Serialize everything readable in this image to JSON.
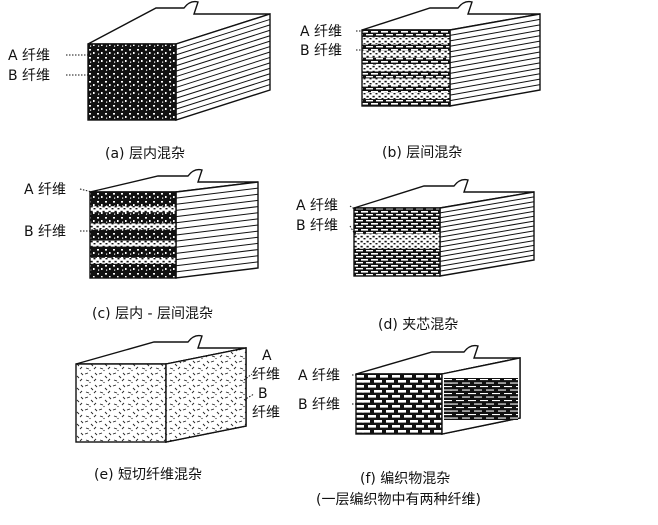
{
  "fiber_a": "A 纤维",
  "fiber_b": "B 纤维",
  "fiber_a_short": "A",
  "fiber_b_short": "B",
  "fiber_word": "纤维",
  "panels": {
    "a": {
      "caption": "(a) 层内混杂"
    },
    "b": {
      "caption": "(b) 层间混杂"
    },
    "c": {
      "caption": "(c) 层内 - 层间混杂"
    },
    "d": {
      "caption": "(d) 夹芯混杂"
    },
    "e": {
      "caption": "(e) 短切纤维混杂"
    },
    "f": {
      "caption": "(f) 编织物混杂",
      "subcaption": "(一层编织物中有两种纤维)"
    }
  }
}
